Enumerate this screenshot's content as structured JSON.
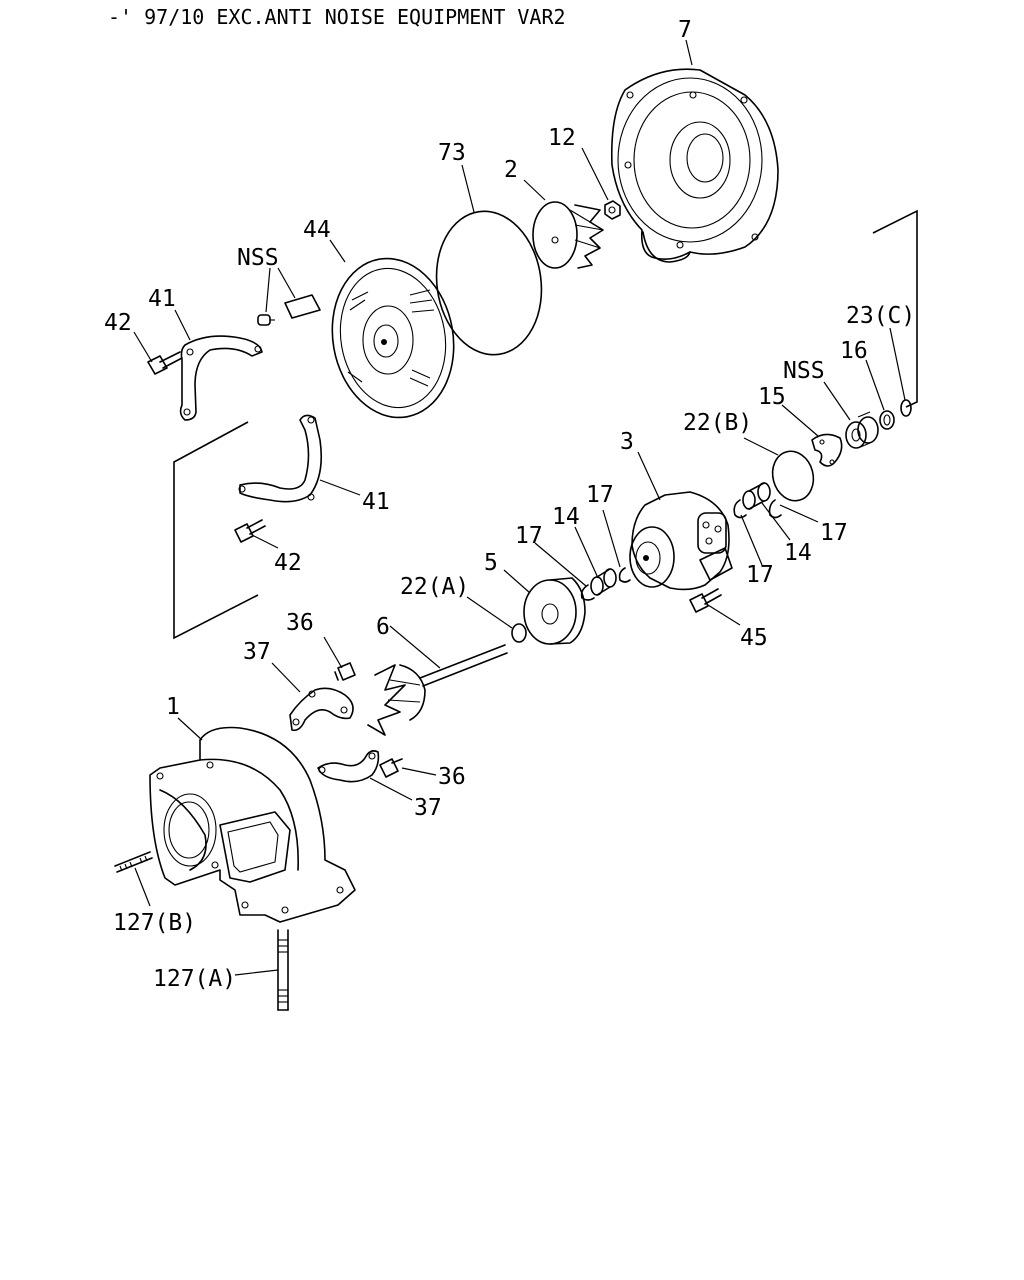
{
  "header": "-' 97/10 EXC.ANTI NOISE EQUIPMENT VAR2",
  "callouts": {
    "c7": "7",
    "c12": "12",
    "c2": "2",
    "c73": "73",
    "c44": "44",
    "c_nss_top": "NSS",
    "c41_top": "41",
    "c42_top": "42",
    "c23c": "23(C)",
    "c16": "16",
    "c_nss_right": "NSS",
    "c15": "15",
    "c22b": "22(B)",
    "c3": "3",
    "c17_a": "17",
    "c17_b": "17",
    "c14_a": "14",
    "c17_c": "17",
    "c14_b": "14",
    "c17_d": "17",
    "c41_mid": "41",
    "c42_mid": "42",
    "c22a": "22(A)",
    "c5": "5",
    "c45": "45",
    "c6": "6",
    "c36_a": "36",
    "c37_a": "37",
    "c1": "1",
    "c36_b": "36",
    "c37_b": "37",
    "c127b": "127(B)",
    "c127a": "127(A)"
  }
}
